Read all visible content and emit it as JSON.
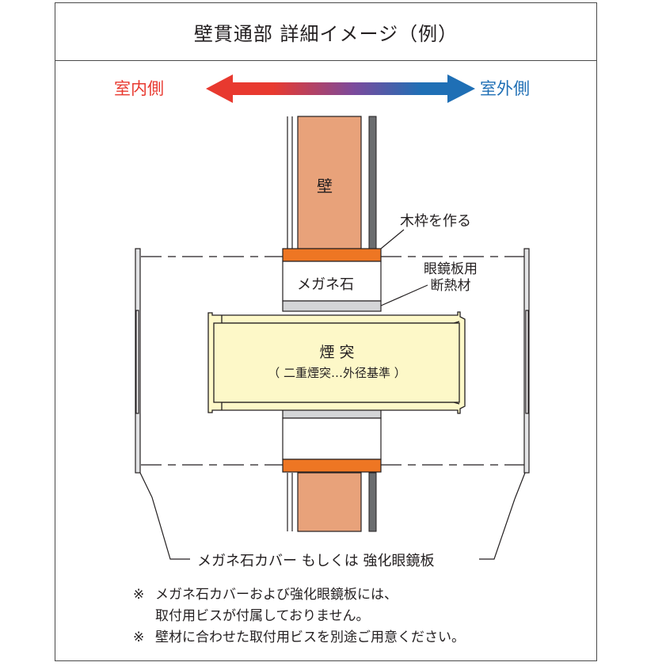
{
  "title": "壁貫通部 詳細イメージ（例）",
  "direction": {
    "indoor_label": "室内側",
    "outdoor_label": "室外側",
    "indoor_color": "#e8392f",
    "outdoor_color": "#1f6fb5"
  },
  "labels": {
    "wall": "壁",
    "wood_frame": "木枠を作る",
    "megane_stone": "メガネ石",
    "insulation_line1": "眼鏡板用",
    "insulation_line2": "断熱材",
    "chimney": "煙 突",
    "chimney_note": "（ 二重煙突…外径基準 ）",
    "cover": "メガネ石カバー もしくは 強化眼鏡板"
  },
  "notes": [
    {
      "mark": "※",
      "text": "メガネ石カバーおよび強化眼鏡板には、"
    },
    {
      "mark": "",
      "text": "取付用ビスが付属しておりません。"
    },
    {
      "mark": "※",
      "text": "壁材に合わせた取付用ビスを別途ご用意ください。"
    }
  ],
  "colors": {
    "wall": "#e8a27a",
    "wood_frame": "#ee7623",
    "insulation": "#d4d5d7",
    "chimney": "#fdf8c8",
    "outer_board": "#6b6d6f"
  }
}
